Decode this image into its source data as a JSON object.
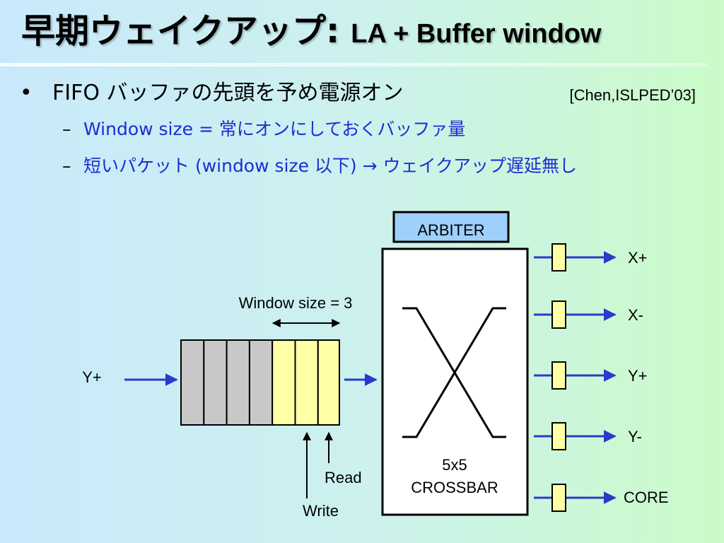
{
  "title": {
    "jp": "早期ウェイクアップ:",
    "en": "LA + Buffer window"
  },
  "bullet": {
    "marker": "•",
    "text": "FIFO バッファの先頭を予め電源オン",
    "citation": "[Chen,ISLPED’03]"
  },
  "subbullets": [
    {
      "dash": "–",
      "text": "Window size = 常にオンにしておくバッファ量"
    },
    {
      "dash": "–",
      "text": "短いパケット (window size 以下) → ウェイクアップ遅延無し"
    }
  ],
  "diagram": {
    "input_label": "Y+",
    "window_label": "Window size = 3",
    "buffer_slots": {
      "total": 7,
      "off": 4,
      "window": 3
    },
    "read_label": "Read",
    "write_label": "Write",
    "arbiter_label": "ARBITER",
    "crossbar_label_line1": "5x5",
    "crossbar_label_line2": "CROSSBAR",
    "outputs": [
      "X+",
      "X-",
      "Y+",
      "Y-",
      "CORE"
    ],
    "colors": {
      "arrow": "#2a3acb",
      "buffer_off": "#c8c8c8",
      "buffer_on": "#ffffa6",
      "arbiter_fill": "#9ed0fb",
      "port_fill": "#ffffa6"
    }
  }
}
